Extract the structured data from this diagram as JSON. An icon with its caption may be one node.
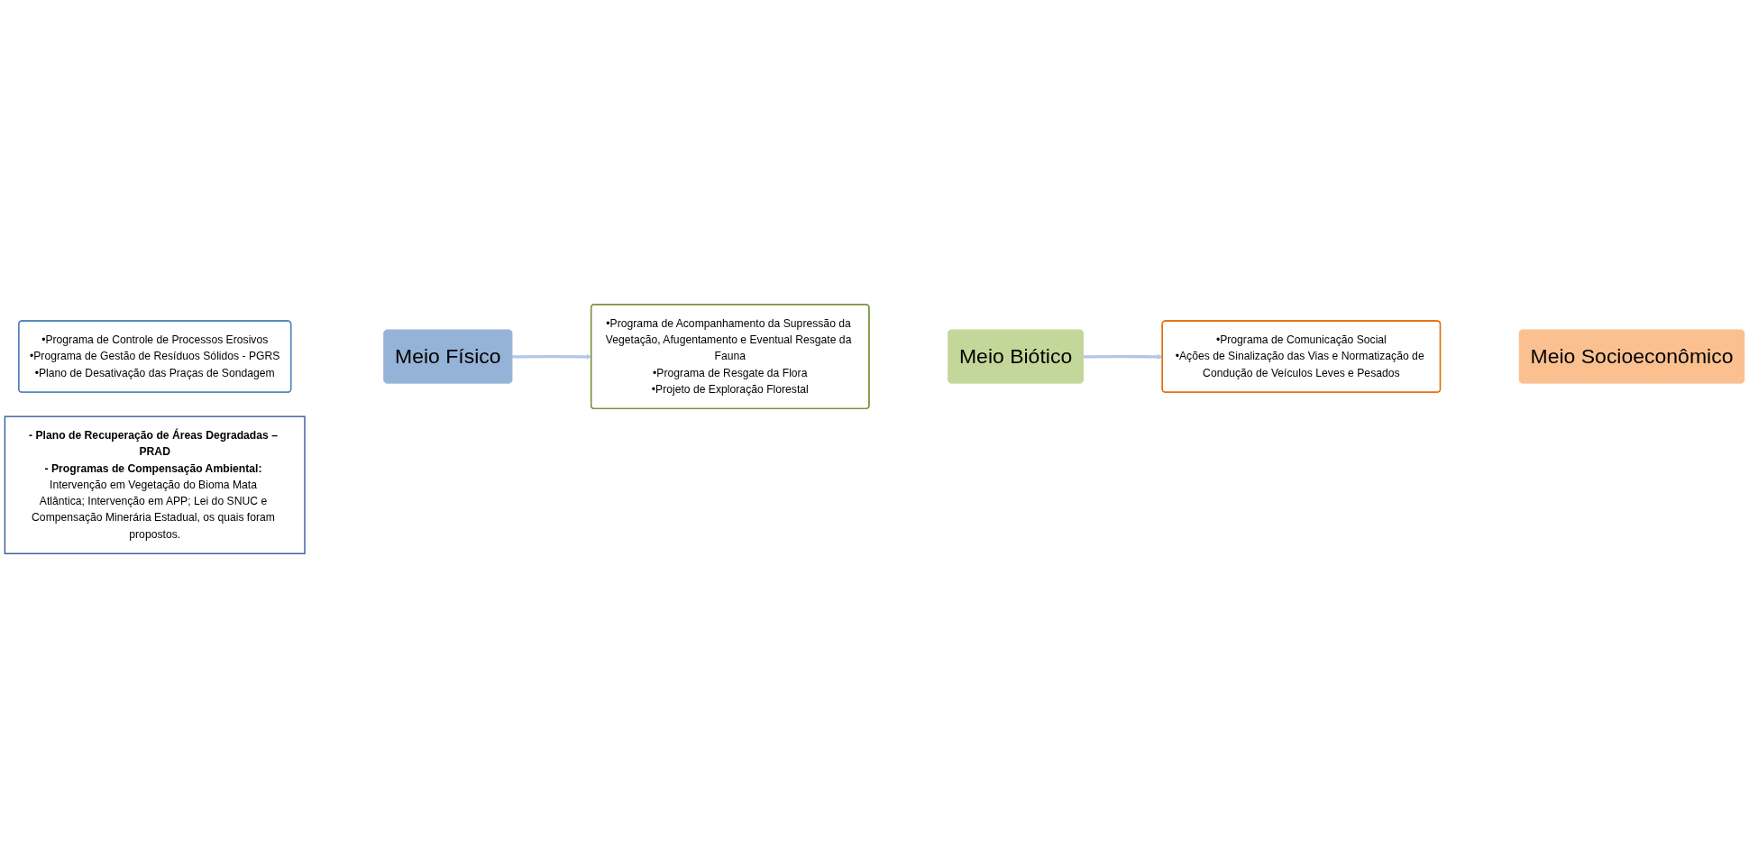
{
  "diagram": {
    "nodes": [
      {
        "text": [
          "•Programa de Controle de Processos Erosivos",
          "•Programa de Gestão de Resíduos Sólidos - PGRS",
          "•Plano de Desativação das Praças de Sondagem"
        ]
      },
      {
        "text": [
          "Meio Físico"
        ]
      },
      {
        "text": [
          "•Programa de Acompanhamento da Supressão da Vegetação, Afugentamento e Eventual Resgate da Fauna",
          "•Programa de Resgate da Flora",
          "•Projeto de Exploração Florestal"
        ]
      },
      {
        "text": [
          "Meio Biótico"
        ]
      },
      {
        "text": [
          "•Programa de Comunicação Social",
          "•Ações de Sinalização das Vias e Normatização de Condução de Veículos Leves e Pesados"
        ]
      },
      {
        "text": [
          "Meio Socioeconômico"
        ]
      },
      {
        "text": [
          "**- Plano de Recuperação de Áreas Degradadas – PRAD**",
          "**- Programas de Compensação Ambiental:** Intervenção em Vegetação do Bioma Mata Atlântica; Intervenção em APP; Lei do SNUC e Compensação Minerária Estadual, os quais foram propostos."
        ]
      }
    ],
    "edges": [
      {
        "from": 1,
        "to": 2,
        "arrow": "to"
      },
      {
        "from": 3,
        "to": 4,
        "arrow": "to"
      }
    ]
  }
}
